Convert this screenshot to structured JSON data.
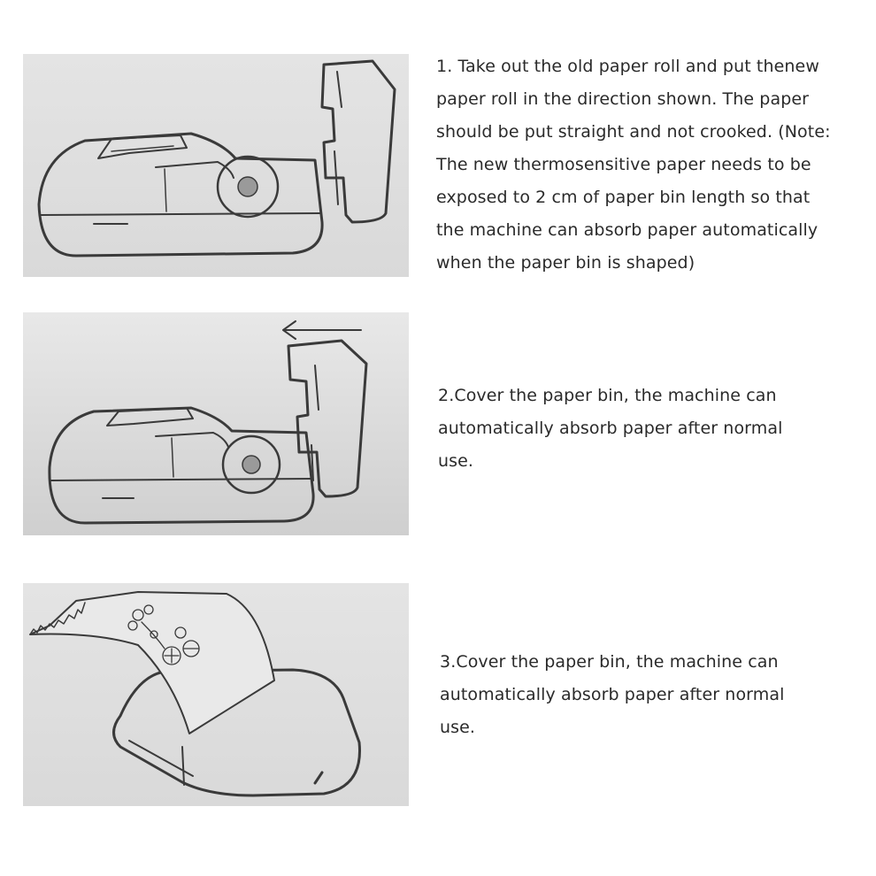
{
  "steps": [
    {
      "text": "1. Take out the old paper roll and put thenew\npaper roll in the direction shown. The paper\nshould be put straight and not crooked. (Note:\nThe new thermosensitive paper needs to be\nexposed to 2 cm of paper bin length so that\nthe machine can absorb paper automatically\nwhen the paper bin is shaped)"
    },
    {
      "text": "2.Cover the paper bin, the machine can\nautomatically absorb paper after normal\nuse."
    },
    {
      "text": "3.Cover the paper bin, the machine can\nautomatically absorb paper after normal\nuse."
    }
  ],
  "colors": {
    "text": "#2a2a2a",
    "illustration_bg": "#dedede",
    "line_art": "#3a3a3a"
  }
}
